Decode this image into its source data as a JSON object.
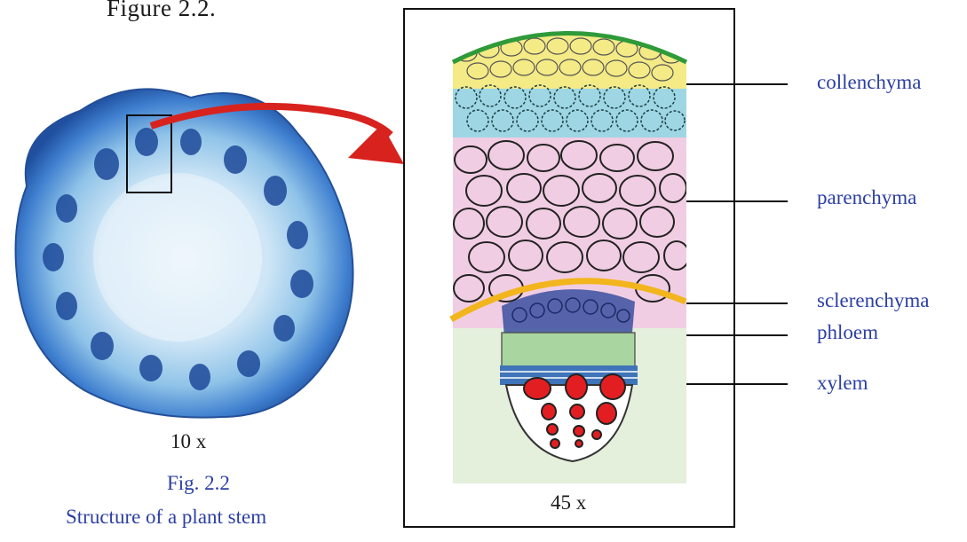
{
  "figure_heading": "Figure 2.2.",
  "left_magnification": "10 x",
  "right_magnification": "45 x",
  "caption_number": "Fig. 2.2",
  "caption_text": "Structure of a plant stem",
  "labels": {
    "collenchyma": "collenchyma",
    "parenchyma": "parenchyma",
    "sclerenchyma": "sclerenchyma",
    "phloem": "phloem",
    "xylem": "xylem"
  },
  "colors": {
    "caption": "#2c3fa3",
    "stem_outer": "#2a5fb8",
    "stem_inner": "#cfe6f6",
    "arrow": "#d8221e",
    "epidermis": "#2f9a3a",
    "collenchyma_yellow": "#f4ea86",
    "collenchyma_blue": "#9fd6e4",
    "parenchyma": "#f1cde3",
    "sclerenchyma": "#f2b51d",
    "phloem": "#a9d5a0",
    "cambium": "#3f74b8",
    "xylem": "#e31e22",
    "pith": "#e4efdc"
  }
}
